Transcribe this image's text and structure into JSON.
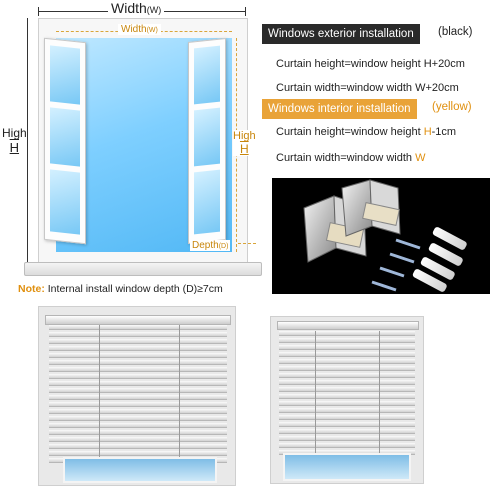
{
  "diagram": {
    "width_label": "Width",
    "width_unit": "(W)",
    "inner_width_label": "Width",
    "inner_width_unit": "(W)",
    "high_label": "High",
    "high_unit": "H",
    "inner_high_label": "High",
    "inner_high_unit": "H",
    "depth_label": "Depth",
    "depth_unit": "(D)",
    "note_label": "Note:",
    "note_text": "Internal install window depth (D)≥7cm"
  },
  "installations": {
    "exterior": {
      "title": "Windows exterior installation",
      "suffix": "(black)",
      "formulas": [
        {
          "prefix": "Curtain height=window height ",
          "highlight": "H",
          "rest": "+20cm"
        },
        {
          "prefix": "Curtain width=window width ",
          "highlight": "W",
          "rest": "+20cm"
        }
      ]
    },
    "interior": {
      "title": "Windows interior installation",
      "suffix": "(yellow)",
      "formulas": [
        {
          "prefix": "Curtain height=window height ",
          "highlight": "H",
          "rest": "-1cm"
        },
        {
          "prefix": "Curtain width=window width ",
          "highlight": "W",
          "rest": ""
        }
      ]
    }
  },
  "colors": {
    "exterior_tag": "#2a2a2a",
    "interior_tag": "#e9a338",
    "highlight": "#e0900f",
    "glass": "#7ecfff"
  },
  "icons": [
    "bracket-icon",
    "screw-icon",
    "anchor-icon"
  ]
}
